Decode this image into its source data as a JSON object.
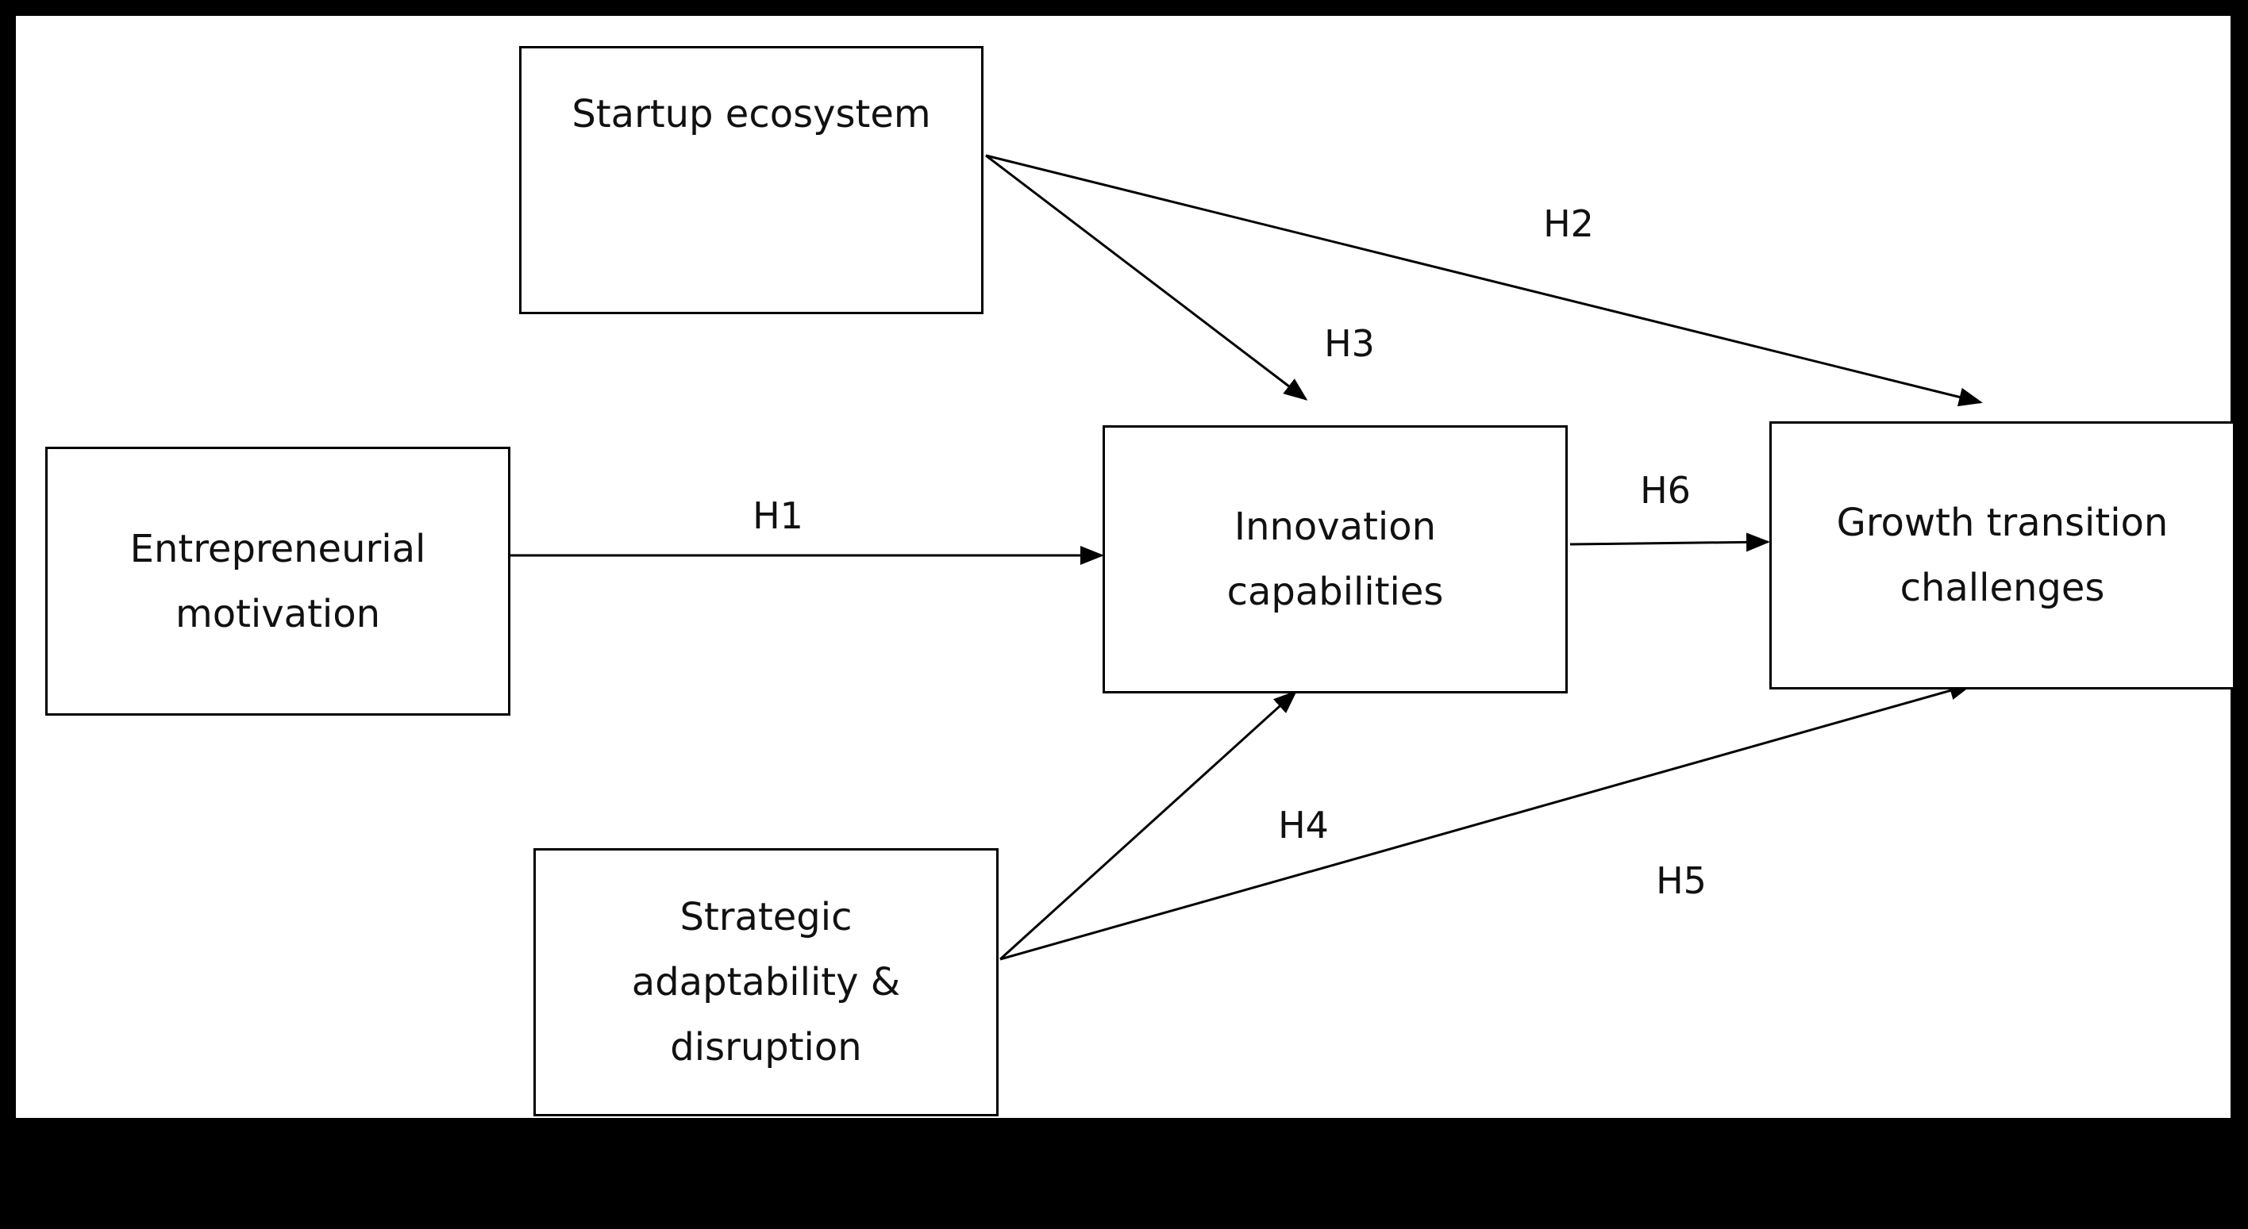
{
  "diagram": {
    "nodes": [
      {
        "id": "startup",
        "lines": [
          "Startup ecosystem"
        ]
      },
      {
        "id": "entrepreneurial",
        "lines": [
          "Entrepreneurial",
          "motivation"
        ]
      },
      {
        "id": "innovation",
        "lines": [
          "Innovation",
          "capabilities"
        ]
      },
      {
        "id": "growth",
        "lines": [
          "Growth transition",
          "challenges"
        ]
      },
      {
        "id": "strategic",
        "lines": [
          "Strategic",
          "adaptability &",
          "disruption"
        ]
      }
    ],
    "edges": [
      {
        "id": "h1",
        "label": "H1",
        "from": "Entrepreneurial motivation",
        "to": "Innovation capabilities"
      },
      {
        "id": "h2",
        "label": "H2",
        "from": "Startup ecosystem",
        "to": "Growth transition challenges"
      },
      {
        "id": "h3",
        "label": "H3",
        "from": "Startup ecosystem",
        "to": "Innovation capabilities"
      },
      {
        "id": "h4",
        "label": "H4",
        "from": "Strategic adaptability & disruption",
        "to": "Innovation capabilities"
      },
      {
        "id": "h5",
        "label": "H5",
        "from": "Strategic adaptability & disruption",
        "to": "Growth transition challenges"
      },
      {
        "id": "h6",
        "label": "H6",
        "from": "Innovation capabilities",
        "to": "Growth transition challenges"
      }
    ]
  },
  "colors": {
    "background": "#000000",
    "canvas": "#ffffff",
    "stroke": "#000000"
  }
}
